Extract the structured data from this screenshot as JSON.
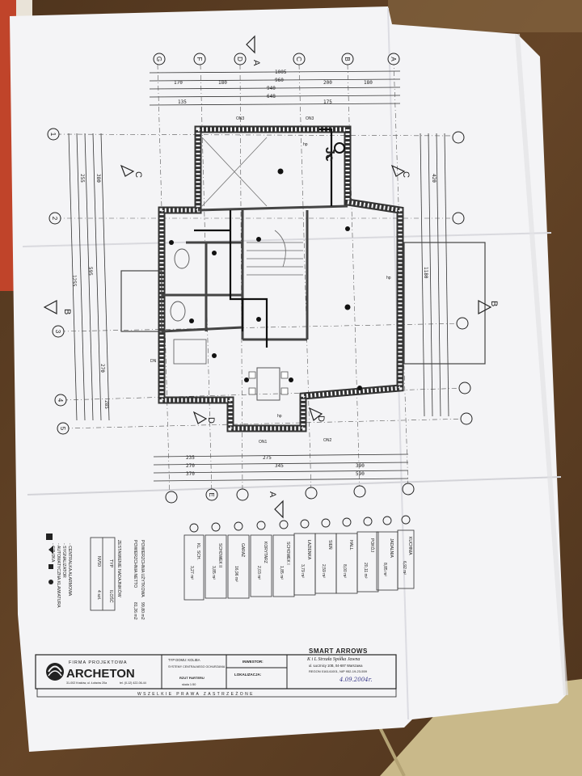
{
  "scene": {
    "description_colors": {
      "table": "#5a3d22",
      "rug": "#c9b98a",
      "paper": "#f4f4f6",
      "ink": "#222222"
    }
  },
  "drawing": {
    "grid_letters": [
      "G",
      "F",
      "E",
      "D",
      "C",
      "B",
      "A"
    ],
    "grid_numbers": [
      "1",
      "2",
      "3",
      "4",
      "5"
    ],
    "section_marks": [
      "A",
      "B",
      "C",
      "D"
    ],
    "dims_top": [
      "1005",
      "960",
      "940",
      "648",
      "170",
      "180",
      "200",
      "180",
      "135",
      "175"
    ],
    "dims_bottom": [
      "235",
      "270",
      "345",
      "390",
      "370",
      "275",
      "590"
    ],
    "dims_side": [
      "255",
      "595",
      "1255",
      "380",
      "270",
      "285",
      "420",
      "1180"
    ],
    "plan_labels": [
      "Jc",
      "hp",
      "ON3",
      "ON2",
      "ON1",
      "DN",
      "CZ"
    ]
  },
  "legend": {
    "area_usable": "POWIERZCHNIA UŻYTKOWA",
    "area_usable_value": "99,80 m2",
    "area_net": "POWIERZCHNIA NETTO",
    "area_net_value": "81,26 m2",
    "equipment_header": "ZESTAWIENIE NADAJNIKÓW",
    "equipment_col1": "TYP",
    "equipment_col2": "ILOŚĆ",
    "equipment_row1": "NV50",
    "equipment_row2": "4 szt.",
    "symbols": [
      "- CENTRALKA ALARMOWA",
      "- SYGNALIZATOR",
      "- AUTOMATYCZNA KLAWIATURA",
      "- CZUJKA"
    ]
  },
  "rooms": [
    {
      "name": "KL. SCH.",
      "area": "3,27 m²"
    },
    {
      "name": "SCHOWEK II",
      "area": "3,85 m²"
    },
    {
      "name": "GARAŻ",
      "area": "16,96 m²"
    },
    {
      "name": "KORYTARZ",
      "area": "2,03 m²"
    },
    {
      "name": "SCHOWEK I",
      "area": "1,85 m²"
    },
    {
      "name": "ŁAZIENKA",
      "area": "3,79 m²"
    },
    {
      "name": "SIEŃ",
      "area": "2,59 m²"
    },
    {
      "name": "HALL",
      "area": "8,00 m²"
    },
    {
      "name": "POKÓJ",
      "area": "20,11 m²"
    },
    {
      "name": "JADALNIA",
      "area": "8,85 m²"
    },
    {
      "name": "KUCHNIA",
      "area": "6,92 m²"
    }
  ],
  "title_block": {
    "firm_label": "FIRMA PROJEKTOWA",
    "firm_name": "ARCHETON",
    "firm_address": "31-002 Kraków, ul. Łobzów 20a",
    "firm_phone": "tel. (0-12) 422-06-44",
    "house_type": "TYP DOMU: KOLIBA",
    "system": "SYSTEMY CENTRALNEGO OCHURZANIA",
    "drawing": "RZUT PARTERU",
    "scale": "skala 1:50",
    "investor": "INWESTOR:",
    "location": "LOKALIZACJA:",
    "copyright": "WSZELKIE PRAWA ZASTRZEŻONE",
    "company": "SMART ARROWS",
    "company_sub": "K i L Strzała Spółka Jawna",
    "company_address": "ul. Łucznicy 10B, 04-687 Warszawa",
    "company_regon": "REGON 016141001, NIP 952-19-23-559",
    "date_handwritten": "4.09.2004r."
  }
}
